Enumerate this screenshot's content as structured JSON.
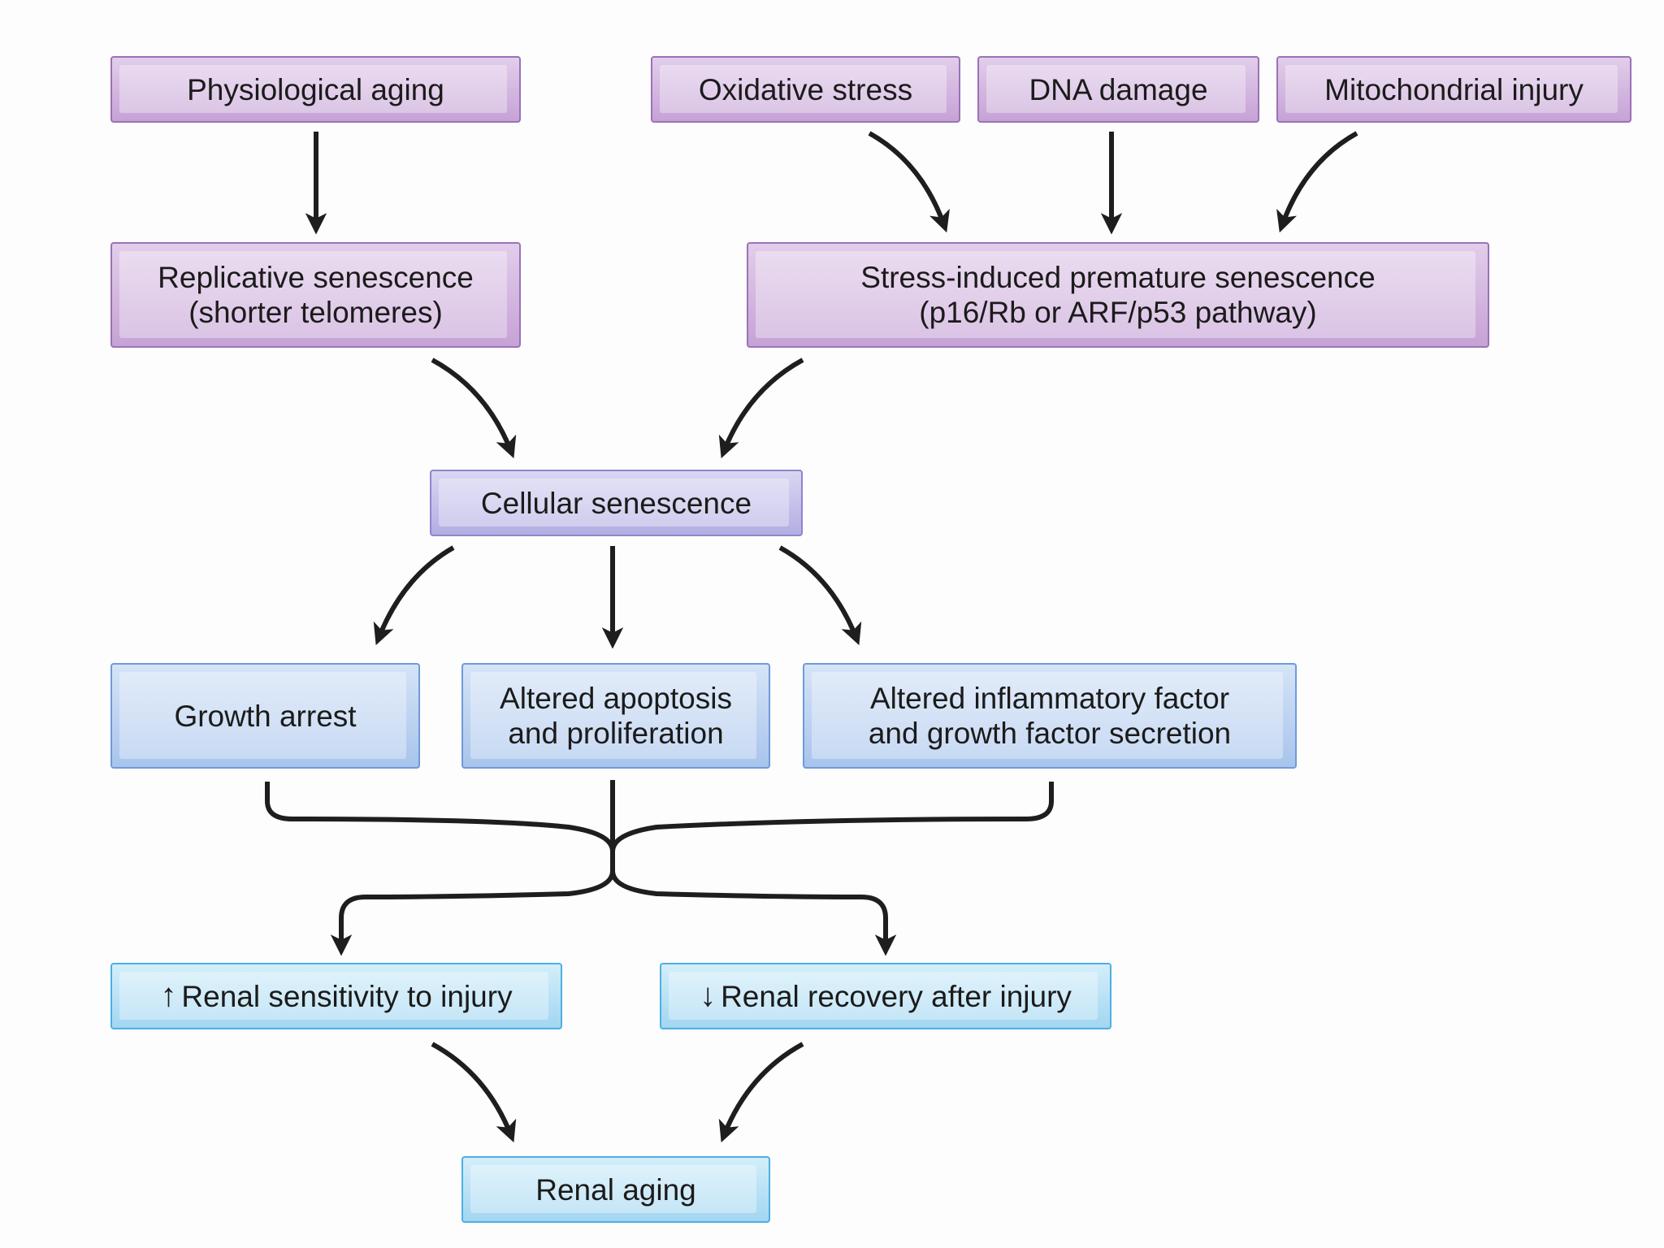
{
  "colors": {
    "stroke": "#1e1e1e",
    "purple_fill": "#c6a2d6",
    "violet_fill": "#b3aee3",
    "blue_fill": "#a8c4ec",
    "sky_fill": "#a2d6f1"
  },
  "nodes": {
    "physiological_aging": "Physiological aging",
    "oxidative_stress": "Oxidative stress",
    "dna_damage": "DNA damage",
    "mitochondrial_injury": "Mitochondrial injury",
    "replicative_line1": "Replicative senescence",
    "replicative_line2": "(shorter telomeres)",
    "stress_line1": "Stress-induced premature senescence",
    "stress_line2": "(p16/Rb or ARF/p53 pathway)",
    "cellular_senescence": "Cellular senescence",
    "growth_arrest": "Growth arrest",
    "apoptosis_line1": "Altered apoptosis",
    "apoptosis_line2": "and proliferation",
    "inflammatory_line1": "Altered inflammatory factor",
    "inflammatory_line2": "and growth factor secretion",
    "sensitivity_icon": "up-arrow-icon",
    "sensitivity_text": "Renal sensitivity to injury",
    "recovery_icon": "down-arrow-icon",
    "recovery_text": "Renal recovery after injury",
    "renal_aging": "Renal aging"
  }
}
